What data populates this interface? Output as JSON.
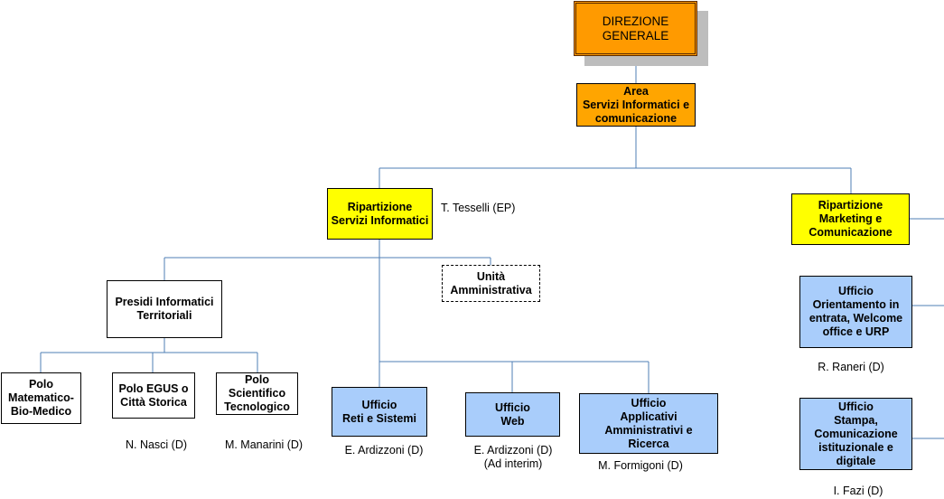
{
  "colors": {
    "line": "#4f7fb6",
    "top_fill": "#ff9a00",
    "area_fill": "#ffa500",
    "ripartizione_fill": "#ffff00",
    "ufficio_fill": "#a9cdfb",
    "polo_fill": "#ffffff"
  },
  "nodes": {
    "direzione": "DIREZIONE\nGENERALE",
    "area": "Area\nServizi Informatici e\ncomunicazione",
    "rip_informatici": "Ripartizione\nServizi Informatici",
    "rip_marketing": "Ripartizione\nMarketing e\nComunicazione",
    "presidi": "Presidi Informatici\nTerritoriali",
    "unita": "Unità\nAmministrativa",
    "polo_matematico": "Polo\nMatematico-\nBio-Medico",
    "polo_egus": "Polo EGUS o\nCittà Storica",
    "polo_scientifico": "Polo\nScientifico\nTecnologico",
    "uff_reti": "Ufficio\nReti e Sistemi",
    "uff_web": "Ufficio\nWeb",
    "uff_applicativi": "Ufficio\nApplicativi\nAmministrativi e\nRicerca",
    "uff_orientamento": "Ufficio\nOrientamento in\nentrata, Welcome\noffice e URP",
    "uff_stampa": "Ufficio\nStampa,\nComunicazione\nistituzionale e\ndigitale"
  },
  "people": {
    "tesselli": "T. Tesselli (EP)",
    "nasci": "N. Nasci (D)",
    "manarini": "M. Manarini (D)",
    "ardizzoni": "E. Ardizzoni (D)",
    "ardizzoni_web": "E. Ardizzoni (D)\n(Ad interim)",
    "formigoni": "M. Formigoni (D)",
    "raneri": "R. Raneri (D)",
    "fazi": "I. Fazi (D)"
  }
}
